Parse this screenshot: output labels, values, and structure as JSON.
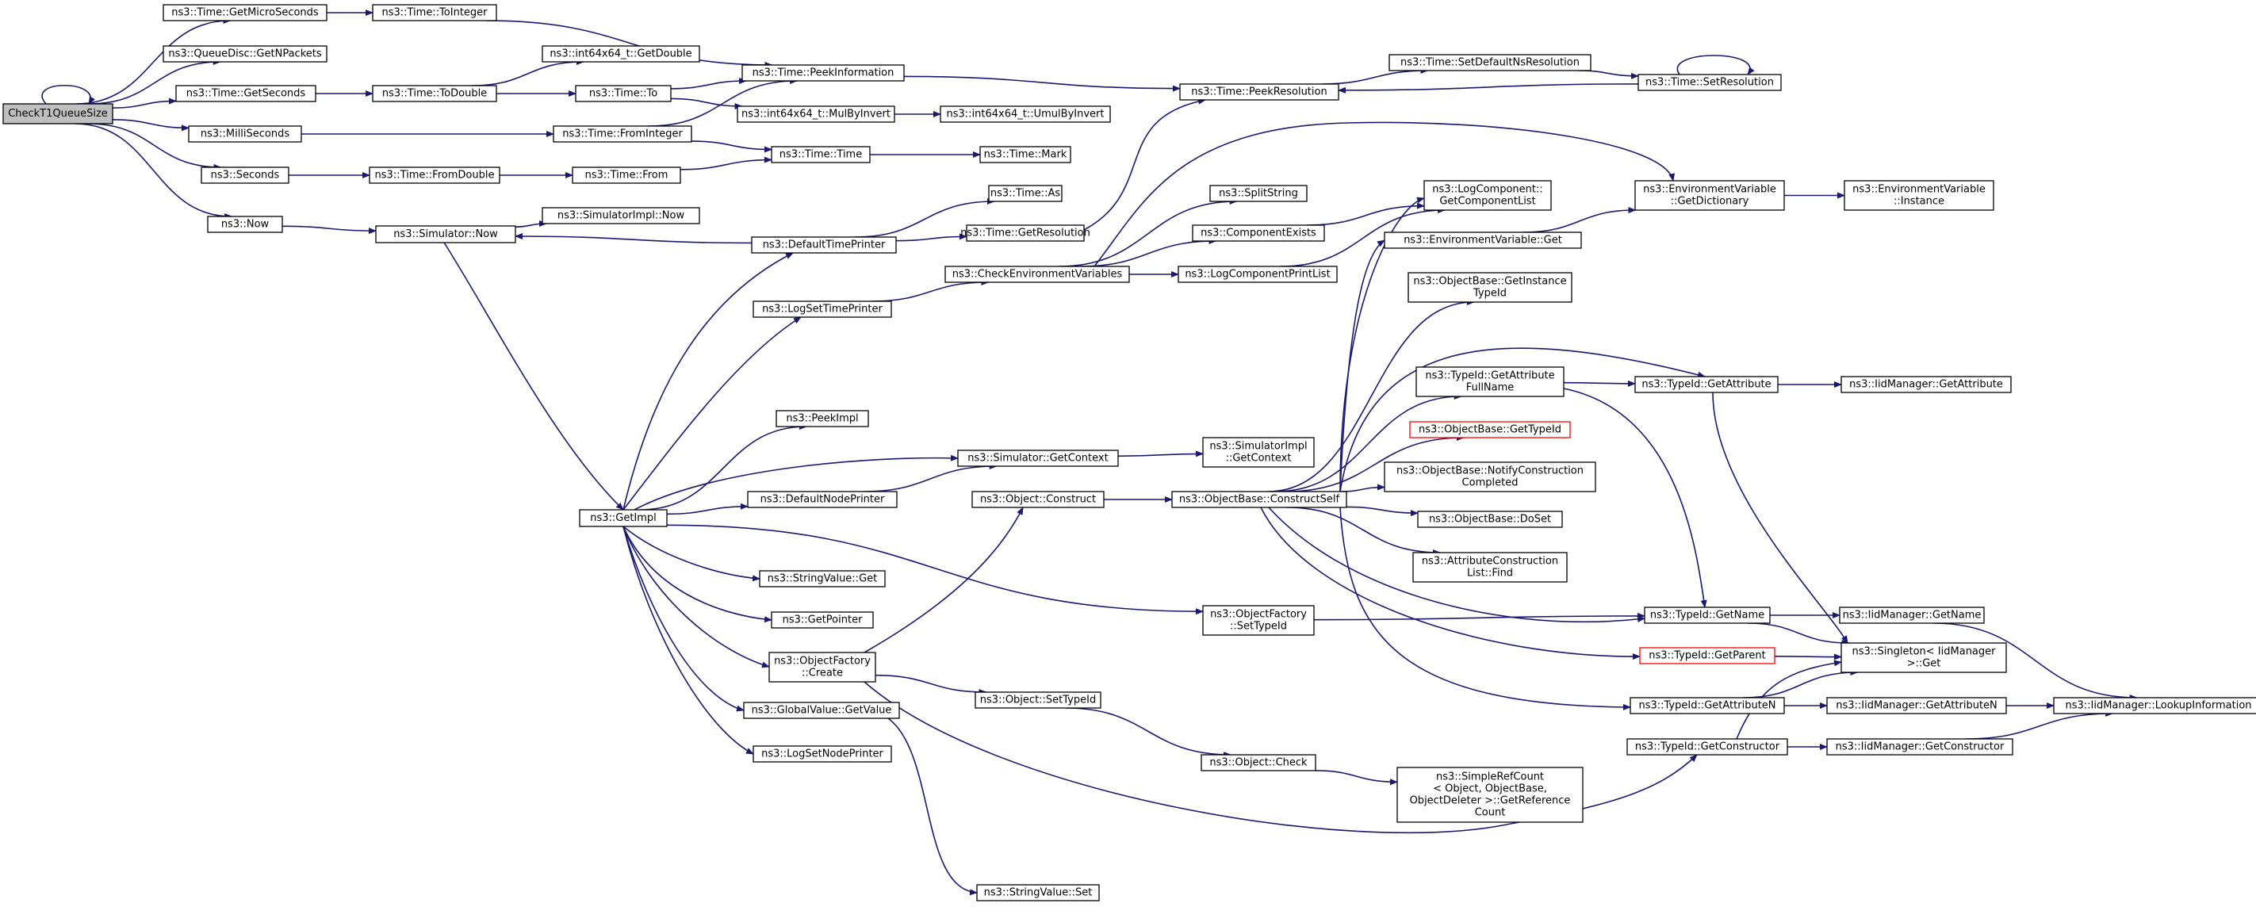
{
  "nodes": [
    {
      "id": "check",
      "lines": [
        "CheckT1QueueSize"
      ],
      "style": "root"
    },
    {
      "id": "getmicro",
      "lines": [
        "ns3::Time::GetMicroSeconds"
      ]
    },
    {
      "id": "getnpackets",
      "lines": [
        "ns3::QueueDisc::GetNPackets"
      ]
    },
    {
      "id": "getseconds",
      "lines": [
        "ns3::Time::GetSeconds"
      ]
    },
    {
      "id": "millis",
      "lines": [
        "ns3::MilliSeconds"
      ]
    },
    {
      "id": "seconds",
      "lines": [
        "ns3::Seconds"
      ]
    },
    {
      "id": "now",
      "lines": [
        "ns3::Now"
      ]
    },
    {
      "id": "tointeger",
      "lines": [
        "ns3::Time::ToInteger"
      ]
    },
    {
      "id": "todouble",
      "lines": [
        "ns3::Time::ToDouble"
      ]
    },
    {
      "id": "fromdouble",
      "lines": [
        "ns3::Time::FromDouble"
      ]
    },
    {
      "id": "simnow",
      "lines": [
        "ns3::Simulator::Now"
      ]
    },
    {
      "id": "int64getdouble",
      "lines": [
        "ns3::int64x64_t::GetDouble"
      ]
    },
    {
      "id": "to",
      "lines": [
        "ns3::Time::To"
      ]
    },
    {
      "id": "frominteger",
      "lines": [
        "ns3::Time::FromInteger"
      ]
    },
    {
      "id": "from",
      "lines": [
        "ns3::Time::From"
      ]
    },
    {
      "id": "simimplnow",
      "lines": [
        "ns3::SimulatorImpl::Now"
      ]
    },
    {
      "id": "getimpl",
      "lines": [
        "ns3::GetImpl"
      ]
    },
    {
      "id": "peekinfo",
      "lines": [
        "ns3::Time::PeekInformation"
      ]
    },
    {
      "id": "mulbyinvert",
      "lines": [
        "ns3::int64x64_t::MulByInvert"
      ]
    },
    {
      "id": "timetime",
      "lines": [
        "ns3::Time::Time"
      ]
    },
    {
      "id": "defaulttimeprinter",
      "lines": [
        "ns3::DefaultTimePrinter"
      ]
    },
    {
      "id": "logsettimeprinter",
      "lines": [
        "ns3::LogSetTimePrinter"
      ]
    },
    {
      "id": "peekimpl",
      "lines": [
        "ns3::PeekImpl"
      ]
    },
    {
      "id": "defaultnodeprinter",
      "lines": [
        "ns3::DefaultNodePrinter"
      ]
    },
    {
      "id": "stringvalueget",
      "lines": [
        "ns3::StringValue::Get"
      ]
    },
    {
      "id": "getpointer",
      "lines": [
        "ns3::GetPointer"
      ]
    },
    {
      "id": "objfactorycreate",
      "lines": [
        "ns3::ObjectFactory",
        "::Create"
      ]
    },
    {
      "id": "globalvalueget",
      "lines": [
        "ns3::GlobalValue::GetValue"
      ]
    },
    {
      "id": "logsetnodeprinter",
      "lines": [
        "ns3::LogSetNodePrinter"
      ]
    },
    {
      "id": "umulbyinvert",
      "lines": [
        "ns3::int64x64_t::UmulByInvert"
      ]
    },
    {
      "id": "timemark",
      "lines": [
        "ns3::Time::Mark"
      ]
    },
    {
      "id": "timeas",
      "lines": [
        "ns3::Time::As"
      ]
    },
    {
      "id": "timegetres",
      "lines": [
        "ns3::Time::GetResolution"
      ]
    },
    {
      "id": "checkenv",
      "lines": [
        "ns3::CheckEnvironmentVariables"
      ]
    },
    {
      "id": "simgetcontext",
      "lines": [
        "ns3::Simulator::GetContext"
      ]
    },
    {
      "id": "objconstruct",
      "lines": [
        "ns3::Object::Construct"
      ]
    },
    {
      "id": "objsettypeid",
      "lines": [
        "ns3::Object::SetTypeId"
      ]
    },
    {
      "id": "stringvalueset",
      "lines": [
        "ns3::StringValue::Set"
      ]
    },
    {
      "id": "peekres",
      "lines": [
        "ns3::Time::PeekResolution"
      ]
    },
    {
      "id": "splitstring",
      "lines": [
        "ns3::SplitString"
      ]
    },
    {
      "id": "compexists",
      "lines": [
        "ns3::ComponentExists"
      ]
    },
    {
      "id": "logcompprintlist",
      "lines": [
        "ns3::LogComponentPrintList"
      ]
    },
    {
      "id": "simimplgetcontext",
      "lines": [
        "ns3::SimulatorImpl",
        "::GetContext"
      ]
    },
    {
      "id": "constructself",
      "lines": [
        "ns3::ObjectBase::ConstructSelf"
      ]
    },
    {
      "id": "ofsettypeid",
      "lines": [
        "ns3::ObjectFactory",
        "::SetTypeId"
      ]
    },
    {
      "id": "objcheck",
      "lines": [
        "ns3::Object::Check"
      ]
    },
    {
      "id": "setdefaultns",
      "lines": [
        "ns3::Time::SetDefaultNsResolution"
      ]
    },
    {
      "id": "logcompgetlist",
      "lines": [
        "ns3::LogComponent::",
        "GetComponentList"
      ]
    },
    {
      "id": "envget",
      "lines": [
        "ns3::EnvironmentVariable::Get"
      ]
    },
    {
      "id": "getinstancetypeid",
      "lines": [
        "ns3::ObjectBase::GetInstance",
        "TypeId"
      ]
    },
    {
      "id": "getattrfullname",
      "lines": [
        "ns3::TypeId::GetAttribute",
        "FullName"
      ]
    },
    {
      "id": "obgettypeid",
      "lines": [
        "ns3::ObjectBase::GetTypeId"
      ],
      "style": "red"
    },
    {
      "id": "notifyconstruct",
      "lines": [
        "ns3::ObjectBase::NotifyConstruction",
        "Completed"
      ]
    },
    {
      "id": "doset",
      "lines": [
        "ns3::ObjectBase::DoSet"
      ]
    },
    {
      "id": "attrconstructfind",
      "lines": [
        "ns3::AttributeConstruction",
        "List::Find"
      ]
    },
    {
      "id": "simplerefcount",
      "lines": [
        "ns3::SimpleRefCount",
        "< Object, ObjectBase,",
        "ObjectDeleter >::GetReference",
        "Count"
      ]
    },
    {
      "id": "setresolution",
      "lines": [
        "ns3::Time::SetResolution"
      ]
    },
    {
      "id": "envgetdict",
      "lines": [
        "ns3::EnvironmentVariable",
        "::GetDictionary"
      ]
    },
    {
      "id": "typeidgetattr",
      "lines": [
        "ns3::TypeId::GetAttribute"
      ]
    },
    {
      "id": "typeidgetname",
      "lines": [
        "ns3::TypeId::GetName"
      ]
    },
    {
      "id": "typeidgetparent",
      "lines": [
        "ns3::TypeId::GetParent"
      ],
      "style": "red"
    },
    {
      "id": "typeidgetattrn",
      "lines": [
        "ns3::TypeId::GetAttributeN"
      ]
    },
    {
      "id": "typeidgetctor",
      "lines": [
        "ns3::TypeId::GetConstructor"
      ]
    },
    {
      "id": "envinstance",
      "lines": [
        "ns3::EnvironmentVariable",
        "::Instance"
      ]
    },
    {
      "id": "iidgetattr",
      "lines": [
        "ns3::IidManager::GetAttribute"
      ]
    },
    {
      "id": "iidgetname",
      "lines": [
        "ns3::IidManager::GetName"
      ]
    },
    {
      "id": "singletonget",
      "lines": [
        "ns3::Singleton< IidManager",
        ">::Get"
      ]
    },
    {
      "id": "iidgetattrn",
      "lines": [
        "ns3::IidManager::GetAttributeN"
      ]
    },
    {
      "id": "iidgetctor",
      "lines": [
        "ns3::IidManager::GetConstructor"
      ]
    },
    {
      "id": "iidlookup",
      "lines": [
        "ns3::IidManager::LookupInformation"
      ]
    }
  ],
  "edges": [
    {
      "from": "check",
      "to": "check"
    },
    {
      "from": "check",
      "to": "getmicro"
    },
    {
      "from": "check",
      "to": "getnpackets"
    },
    {
      "from": "check",
      "to": "getseconds"
    },
    {
      "from": "check",
      "to": "millis"
    },
    {
      "from": "check",
      "to": "seconds"
    },
    {
      "from": "check",
      "to": "now"
    },
    {
      "from": "getmicro",
      "to": "tointeger"
    },
    {
      "from": "tointeger",
      "to": "peekinfo"
    },
    {
      "from": "getseconds",
      "to": "todouble"
    },
    {
      "from": "todouble",
      "to": "int64getdouble"
    },
    {
      "from": "todouble",
      "to": "to"
    },
    {
      "from": "to",
      "to": "peekinfo"
    },
    {
      "from": "to",
      "to": "mulbyinvert"
    },
    {
      "from": "mulbyinvert",
      "to": "umulbyinvert"
    },
    {
      "from": "millis",
      "to": "frominteger"
    },
    {
      "from": "frominteger",
      "to": "peekinfo"
    },
    {
      "from": "frominteger",
      "to": "timetime"
    },
    {
      "from": "seconds",
      "to": "fromdouble"
    },
    {
      "from": "fromdouble",
      "to": "from"
    },
    {
      "from": "from",
      "to": "timetime"
    },
    {
      "from": "timetime",
      "to": "timemark"
    },
    {
      "from": "peekinfo",
      "to": "peekres"
    },
    {
      "from": "now",
      "to": "simnow"
    },
    {
      "from": "simnow",
      "to": "simimplnow"
    },
    {
      "from": "simnow",
      "to": "getimpl"
    },
    {
      "from": "defaulttimeprinter",
      "to": "simnow"
    },
    {
      "from": "defaulttimeprinter",
      "to": "timeas"
    },
    {
      "from": "defaulttimeprinter",
      "to": "timegetres"
    },
    {
      "from": "timegetres",
      "to": "peekres"
    },
    {
      "from": "getimpl",
      "to": "defaulttimeprinter"
    },
    {
      "from": "getimpl",
      "to": "logsettimeprinter"
    },
    {
      "from": "getimpl",
      "to": "peekimpl"
    },
    {
      "from": "getimpl",
      "to": "simgetcontext"
    },
    {
      "from": "getimpl",
      "to": "defaultnodeprinter"
    },
    {
      "from": "getimpl",
      "to": "stringvalueget"
    },
    {
      "from": "getimpl",
      "to": "getpointer"
    },
    {
      "from": "getimpl",
      "to": "objfactorycreate"
    },
    {
      "from": "getimpl",
      "to": "globalvalueget"
    },
    {
      "from": "getimpl",
      "to": "logsetnodeprinter"
    },
    {
      "from": "getimpl",
      "to": "ofsettypeid"
    },
    {
      "from": "logsettimeprinter",
      "to": "checkenv"
    },
    {
      "from": "checkenv",
      "to": "splitstring"
    },
    {
      "from": "checkenv",
      "to": "compexists"
    },
    {
      "from": "checkenv",
      "to": "logcompprintlist"
    },
    {
      "from": "checkenv",
      "to": "envgetdict"
    },
    {
      "from": "compexists",
      "to": "logcompgetlist"
    },
    {
      "from": "logcompprintlist",
      "to": "logcompgetlist"
    },
    {
      "from": "envget",
      "to": "envgetdict"
    },
    {
      "from": "envgetdict",
      "to": "envinstance"
    },
    {
      "from": "defaultnodeprinter",
      "to": "simgetcontext"
    },
    {
      "from": "simgetcontext",
      "to": "simimplgetcontext"
    },
    {
      "from": "objfactorycreate",
      "to": "objconstruct"
    },
    {
      "from": "objfactorycreate",
      "to": "objsettypeid"
    },
    {
      "from": "objfactorycreate",
      "to": "typeidgetctor"
    },
    {
      "from": "objconstruct",
      "to": "constructself"
    },
    {
      "from": "objsettypeid",
      "to": "objcheck"
    },
    {
      "from": "objcheck",
      "to": "simplerefcount"
    },
    {
      "from": "globalvalueget",
      "to": "stringvalueset"
    },
    {
      "from": "peekres",
      "to": "setdefaultns"
    },
    {
      "from": "setdefaultns",
      "to": "setresolution"
    },
    {
      "from": "setresolution",
      "to": "peekres"
    },
    {
      "from": "setresolution",
      "to": "setresolution"
    },
    {
      "from": "constructself",
      "to": "envget"
    },
    {
      "from": "constructself",
      "to": "getinstancetypeid"
    },
    {
      "from": "constructself",
      "to": "getattrfullname"
    },
    {
      "from": "constructself",
      "to": "typeidgetattr"
    },
    {
      "from": "constructself",
      "to": "obgettypeid"
    },
    {
      "from": "constructself",
      "to": "notifyconstruct"
    },
    {
      "from": "constructself",
      "to": "doset"
    },
    {
      "from": "constructself",
      "to": "attrconstructfind"
    },
    {
      "from": "constructself",
      "to": "typeidgetname"
    },
    {
      "from": "constructself",
      "to": "typeidgetparent"
    },
    {
      "from": "constructself",
      "to": "typeidgetattrn"
    },
    {
      "from": "constructself",
      "to": "logcompgetlist"
    },
    {
      "from": "getattrfullname",
      "to": "typeidgetattr"
    },
    {
      "from": "getattrfullname",
      "to": "typeidgetname"
    },
    {
      "from": "typeidgetattr",
      "to": "iidgetattr"
    },
    {
      "from": "typeidgetattr",
      "to": "singletonget"
    },
    {
      "from": "ofsettypeid",
      "to": "typeidgetname"
    },
    {
      "from": "typeidgetname",
      "to": "iidgetname"
    },
    {
      "from": "typeidgetname",
      "to": "singletonget"
    },
    {
      "from": "typeidgetparent",
      "to": "singletonget"
    },
    {
      "from": "typeidgetattrn",
      "to": "singletonget"
    },
    {
      "from": "typeidgetattrn",
      "to": "iidgetattrn"
    },
    {
      "from": "typeidgetctor",
      "to": "singletonget"
    },
    {
      "from": "typeidgetctor",
      "to": "iidgetctor"
    },
    {
      "from": "iidgetname",
      "to": "iidlookup"
    },
    {
      "from": "iidgetattrn",
      "to": "iidlookup"
    },
    {
      "from": "iidgetctor",
      "to": "iidlookup"
    }
  ]
}
